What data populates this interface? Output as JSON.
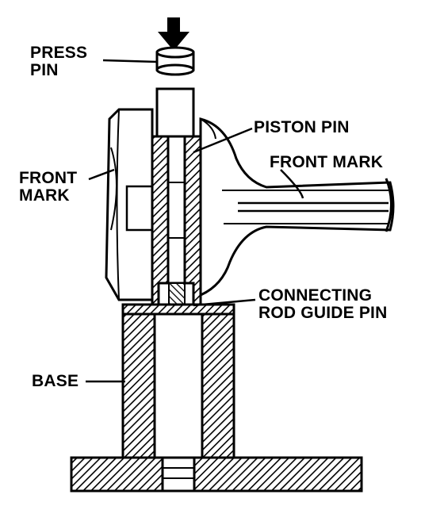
{
  "labels": {
    "press_pin": "PRESS\nPIN",
    "piston_pin": "PISTON PIN",
    "front_mark_right": "FRONT MARK",
    "front_mark_left": "FRONT\nMARK",
    "connecting_rod_guide_pin": "CONNECTING\nROD GUIDE PIN",
    "base": "BASE"
  }
}
